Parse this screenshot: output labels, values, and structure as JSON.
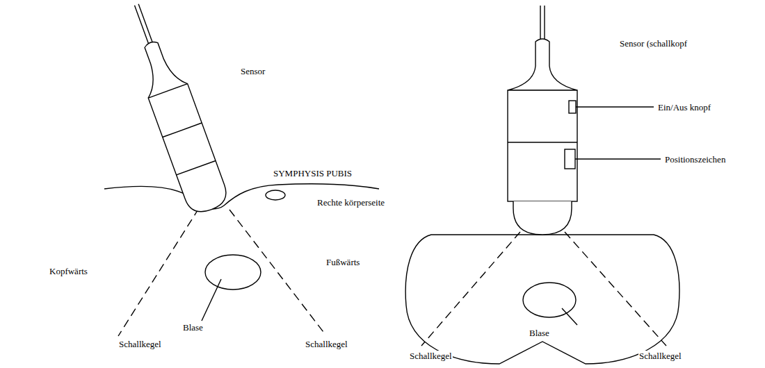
{
  "diagram": {
    "labels": [
      "Sensor",
      "SYMPHYSIS PUBIS",
      "Sensor (schallkopf",
      "Ein/Aus knopf",
      "Positionszeichen",
      "Rechte körperseite",
      "Kopfwärts",
      "Fußwärts",
      "Blase",
      "Schallkegel",
      "Schallkegel",
      "Schallkegel",
      "Blase",
      "Schallkegel"
    ]
  }
}
